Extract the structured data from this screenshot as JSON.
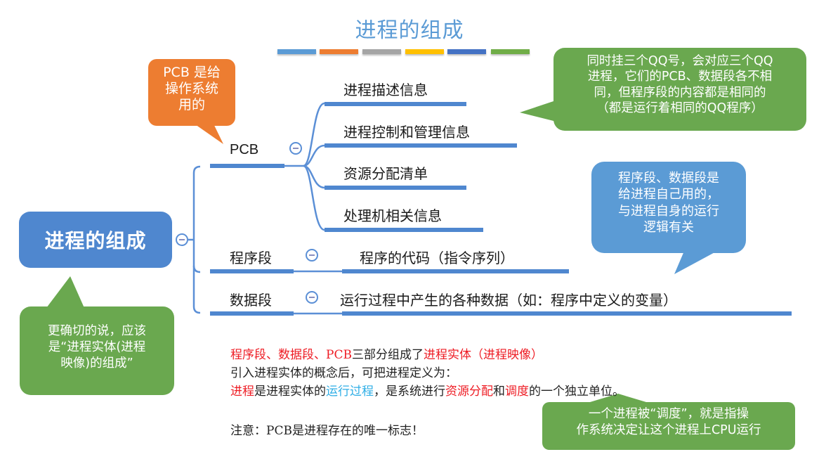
{
  "title": "进程的组成",
  "decor_colors": [
    "#5b9bd5",
    "#ed7d31",
    "#a5a5a5",
    "#ffc000",
    "#4472c4",
    "#70ad47"
  ],
  "mindmap": {
    "root": "进程的组成",
    "branches": [
      {
        "label": "PCB",
        "children": [
          "进程描述信息",
          "进程控制和管理信息",
          "资源分配清单",
          "处理机相关信息"
        ]
      },
      {
        "label": "程序段",
        "children": [
          "程序的代码（指令序列）"
        ]
      },
      {
        "label": "数据段",
        "children": [
          "运行过程中产生的各种数据（如：程序中定义的变量）"
        ]
      }
    ]
  },
  "callouts": {
    "pcb_note": {
      "lines": [
        "PCB 是给",
        "操作系统",
        "用的"
      ],
      "color": "#ed7d31"
    },
    "qq_note": {
      "lines": [
        "同时挂三个QQ号，会对应三个QQ",
        "进程，它们的PCB、数据段各不相",
        "同，但程序段的内容都是相同的",
        "（都是运行着相同的QQ程序）"
      ],
      "color": "#6aa84f"
    },
    "segments_note": {
      "lines": [
        "程序段、数据段是",
        "给进程自己用的，",
        "与进程自身的运行",
        "逻辑有关"
      ],
      "color": "#5b9bd5"
    },
    "entity_note": {
      "lines": [
        "更确切的说，应该",
        "是“进程实体(进程",
        "映像)的组成”"
      ],
      "color": "#6aa84f"
    },
    "schedule_note": {
      "lines": [
        "一个进程被“调度”，就是指操",
        "作系统决定让这个进程上CPU运行"
      ],
      "color": "#6aa84f"
    }
  },
  "text_block": {
    "line1": [
      {
        "t": "程序段、数据段、PCB",
        "c": "red"
      },
      {
        "t": "三部分组成了",
        "c": "black"
      },
      {
        "t": "进程实体（进程映像）",
        "c": "red"
      }
    ],
    "line2": "引入进程实体的概念后，可把进程定义为：",
    "line3": [
      {
        "t": "进程",
        "c": "red"
      },
      {
        "t": "是进程实体的",
        "c": "black"
      },
      {
        "t": "运行过程",
        "c": "cyan"
      },
      {
        "t": "，是系统进行",
        "c": "black"
      },
      {
        "t": "资源分配",
        "c": "red"
      },
      {
        "t": "和",
        "c": "black"
      },
      {
        "t": "调度",
        "c": "red"
      },
      {
        "t": "的一个独立单位。",
        "c": "black"
      }
    ],
    "note": "注意：PCB是进程存在的唯一标志！"
  }
}
